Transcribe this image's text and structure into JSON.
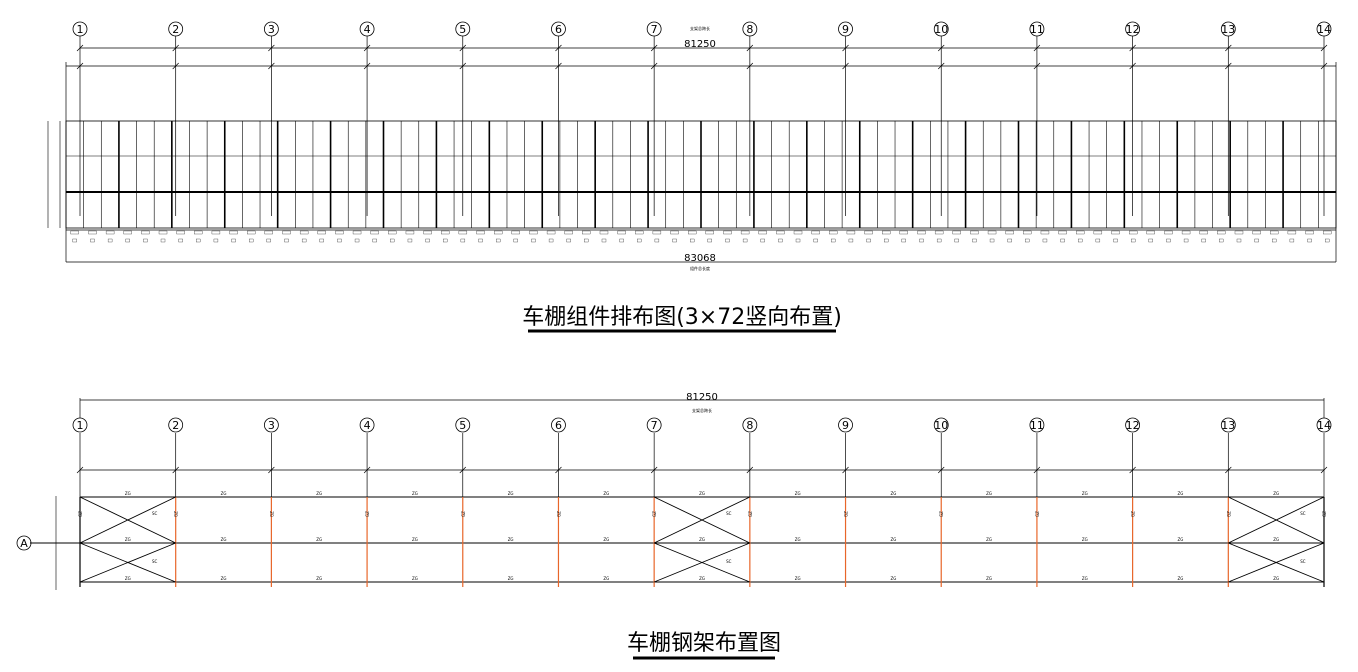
{
  "top_plan": {
    "title": "车棚组件排布图(3×72竖向布置)",
    "overall_dim": "81250",
    "overall_dim_note": "支架总跨长",
    "module_dim": "83068",
    "module_dim_note": "组件总长度"
  },
  "bottom_plan": {
    "title": "车棚钢架布置图",
    "overall_dim": "81250",
    "overall_dim_note": "支架总跨长",
    "row_axis": "A"
  },
  "axis_labels": [
    "1",
    "2",
    "3",
    "4",
    "5",
    "6",
    "7",
    "8",
    "9",
    "10",
    "11",
    "12",
    "13",
    "14"
  ],
  "member_labels": {
    "column": "GZ",
    "brace": "SC",
    "beam": "ZG"
  },
  "colors": {
    "line": "#000000",
    "column_line": "#e8662a",
    "background": "#ffffff"
  }
}
